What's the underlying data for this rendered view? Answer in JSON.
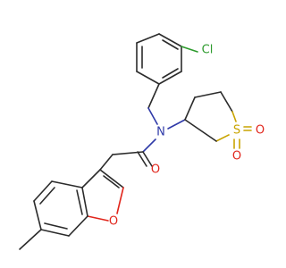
{
  "molecule": {
    "atoms": {
      "chlorine": "Cl",
      "nitrogen": "N",
      "sulfur": "S",
      "sulfonyl_oxygen_right": "O",
      "sulfonyl_oxygen_bottom": "O",
      "carbonyl_oxygen": "O",
      "furan_oxygen": "O"
    },
    "colors": {
      "carbon_bonds": "#2b2b2b",
      "oxygen": "#e1261c",
      "nitrogen": "#2f3aa8",
      "sulfur": "#c9a400",
      "chlorine": "#2d9b2d"
    }
  }
}
